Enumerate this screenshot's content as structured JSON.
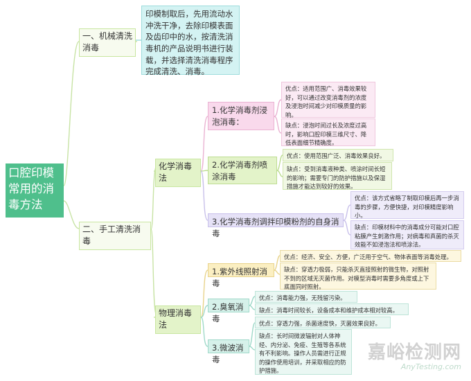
{
  "root": "口腔印模常用的消毒方法",
  "branch_mech": {
    "label": "一、机械清洗消毒",
    "desc": "印模制取后，先用流动水冲洗干净，去除印模表面及齿印中的水，按清洗消毒机的产品说明书进行装载，并选择清洗消毒程序完成清洗、消毒。"
  },
  "branch_manual": {
    "label": "二、手工清洗消毒"
  },
  "chem": {
    "label": "化学消毒法",
    "soak": {
      "label": "1.化学消毒剂浸泡消毒：",
      "pro": "优点：适用范围广、消毒效果较好，可以通过改变消毒剂的浓度及浸泡时间减少对印模质量的影响。",
      "con": "缺点：浸泡时间过长及浓度过高时，影响口腔印模三维尺寸、降低表面细节精确度。"
    },
    "spray": {
      "label": "2.化学消毒剂喷涂消毒",
      "pro": "优点：使用范围广泛、消毒效果良好。",
      "con": "缺点：受到消毒液种类、喷涂时间长短的影响；需要专门的防护措施以及保湿措施才能达到较好的效果。"
    },
    "mix": {
      "label": "3.化学消毒剂调拌印模粉剂的自身消毒",
      "pro": "优点：该方式省略了制取印模后再一步消毒的步骤，方便快捷，对印模精度影响小。",
      "con": "缺点：印模材料中的消毒成分可能对口腔粘膜产生刺激作用；对病毒和真菌的杀灭效能不如浸泡法和喷涂法。"
    }
  },
  "phys": {
    "label": "物理消毒法",
    "uv": {
      "label": "1.紫外线照射消毒",
      "pro": "优点：经济、安全、方便，广泛用于空气、物体表面等消毒处理。",
      "con": "缺点：穿透力极弱，只能杀灭直接照射的微生物，对照射不到的区域无灭菌作用。对模型消毒时需要多角度或上下底面同时照射。"
    },
    "ozone": {
      "label": "2.臭氧消毒",
      "pro": "优点：消毒能力强，无残留污染。",
      "con": "缺点：消毒时间较长，设备成本和维护成本相对较高。"
    },
    "micro": {
      "label": "3.微波消毒",
      "pro": "优点：穿透力强，杀菌速度快，灭菌效果良好。",
      "con": "缺点：长时间微波辐射对人体神经、内分泌、免疫、生殖等各系统有不利影响。操作人员需进行正规的操作使用培训，并采取相应的防护措施。"
    }
  },
  "watermark": {
    "cn": "嘉峪检测网",
    "en": "AnyTesting.com"
  }
}
